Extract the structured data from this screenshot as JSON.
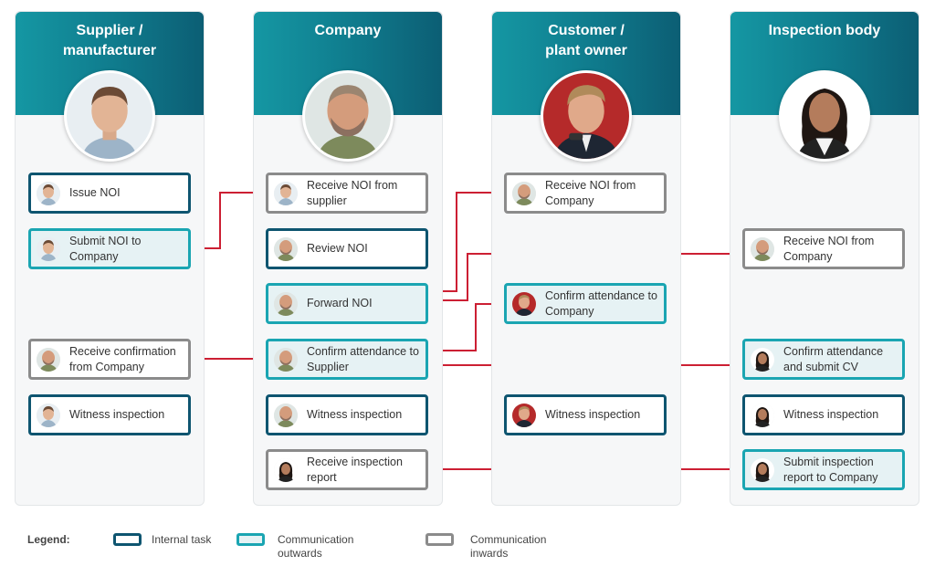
{
  "lanes": [
    {
      "title": "Supplier /\nmanufacturer",
      "avatar": "male-supplier-photo"
    },
    {
      "title": "Company",
      "avatar": "male-bearded-photo"
    },
    {
      "title": "Customer /\nplant owner",
      "avatar": "male-suit-photo"
    },
    {
      "title": "Inspection body",
      "avatar": "female-inspector-photo"
    }
  ],
  "tasks": {
    "s1": "Issue NOI",
    "s2": "Submit NOI to Company",
    "s3": "Receive confirmation from Company",
    "s4": "Witness inspection",
    "c1": "Receive NOI from supplier",
    "c2": "Review NOI",
    "c3": "Forward NOI",
    "c4": "Confirm attendance to Supplier",
    "c5": "Witness inspection",
    "c6": "Receive inspection report",
    "p1": "Receive NOI from Company",
    "p2": "Confirm attendance to Company",
    "p3": "Witness inspection",
    "i1": "Receive NOI from Company",
    "i2": "Confirm attendance and submit CV",
    "i3": "Witness inspection",
    "i4": "Submit inspection report to Company"
  },
  "legend": {
    "title": "Legend:",
    "internal": "Internal task",
    "outwards": "Communication\noutwards",
    "inwards": "Communication\ninwards"
  },
  "colors": {
    "internal": "#0e5570",
    "outwards": "#1aa5b2",
    "inwards": "#8b8b8b",
    "header": "#0f7a8c",
    "arrow": "#cc1f33",
    "flow": "#777777"
  }
}
